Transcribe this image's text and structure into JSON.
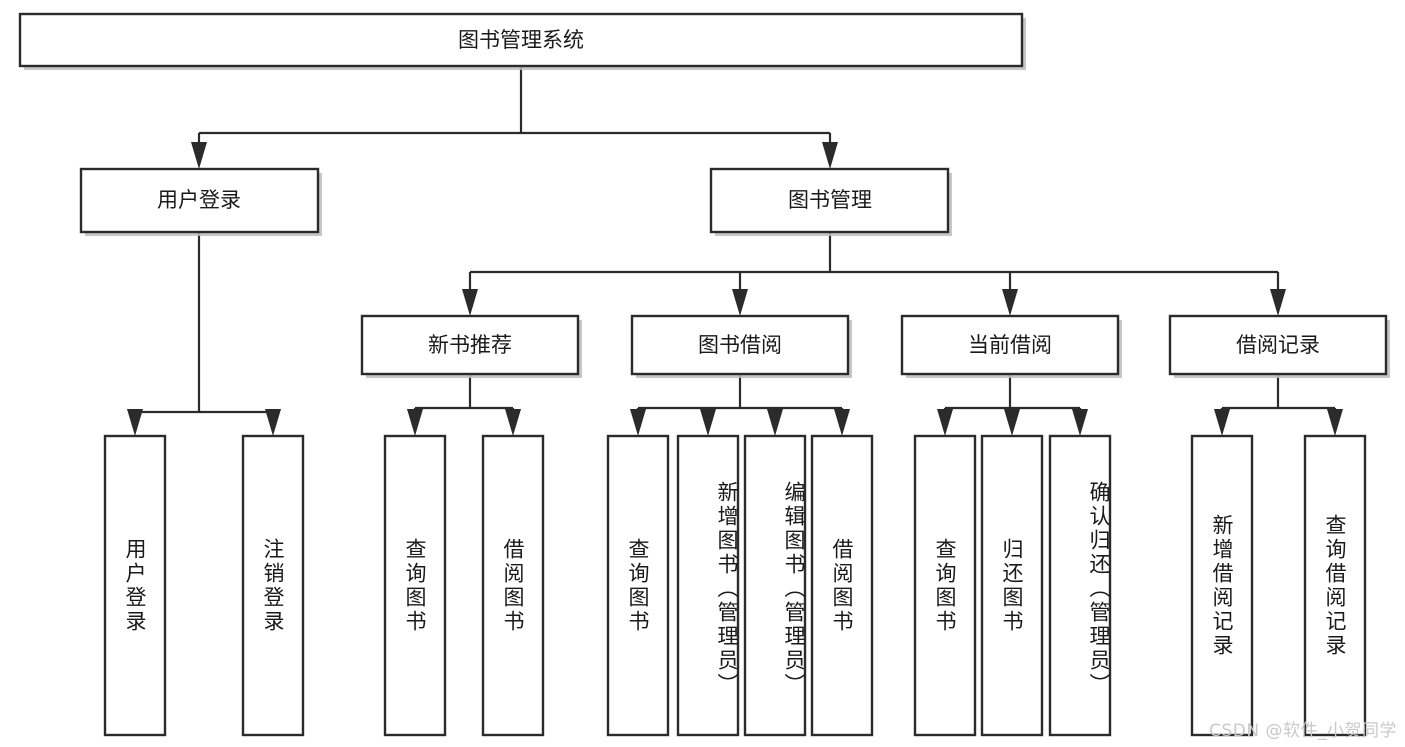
{
  "diagram": {
    "title": "图书管理系统",
    "type": "tree",
    "orientation": "top-down",
    "watermark": "CSDN @软件_小贺同学",
    "colors": {
      "background": "#ffffff",
      "box_stroke": "#2b2b2b",
      "box_fill": "#ffffff",
      "connector": "#2b2b2b",
      "text": "#1a1a1a",
      "watermark": "#c9c9c9"
    },
    "levels": {
      "root": {
        "label": "图书管理系统"
      },
      "level2": [
        {
          "id": "user-login",
          "label": "用户登录"
        },
        {
          "id": "book-management",
          "label": "图书管理"
        }
      ],
      "level3": [
        {
          "id": "new-book-recommend",
          "label": "新书推荐",
          "parent": "book-management"
        },
        {
          "id": "book-borrow",
          "label": "图书借阅",
          "parent": "book-management"
        },
        {
          "id": "current-borrow",
          "label": "当前借阅",
          "parent": "book-management"
        },
        {
          "id": "borrow-record",
          "label": "借阅记录",
          "parent": "book-management"
        }
      ],
      "leaves": [
        {
          "id": "leaf-user-login",
          "label": "用户登录",
          "parent": "user-login"
        },
        {
          "id": "leaf-user-logout",
          "label": "注销登录",
          "parent": "user-login"
        },
        {
          "id": "leaf-query-book-1",
          "label": "查询图书",
          "parent": "new-book-recommend"
        },
        {
          "id": "leaf-borrow-book-1",
          "label": "借阅图书",
          "parent": "new-book-recommend"
        },
        {
          "id": "leaf-query-book-2",
          "label": "查询图书",
          "parent": "book-borrow"
        },
        {
          "id": "leaf-add-book",
          "label": "新增图书（管理员）",
          "parent": "book-borrow"
        },
        {
          "id": "leaf-edit-book",
          "label": "编辑图书（管理员）",
          "parent": "book-borrow"
        },
        {
          "id": "leaf-borrow-book-2",
          "label": "借阅图书",
          "parent": "book-borrow"
        },
        {
          "id": "leaf-query-book-3",
          "label": "查询图书",
          "parent": "current-borrow"
        },
        {
          "id": "leaf-return-book",
          "label": "归还图书",
          "parent": "current-borrow"
        },
        {
          "id": "leaf-confirm-return",
          "label": "确认归还（管理员）",
          "parent": "current-borrow"
        },
        {
          "id": "leaf-add-record",
          "label": "新增借阅记录",
          "parent": "borrow-record"
        },
        {
          "id": "leaf-query-record",
          "label": "查询借阅记录",
          "parent": "borrow-record"
        }
      ]
    }
  }
}
